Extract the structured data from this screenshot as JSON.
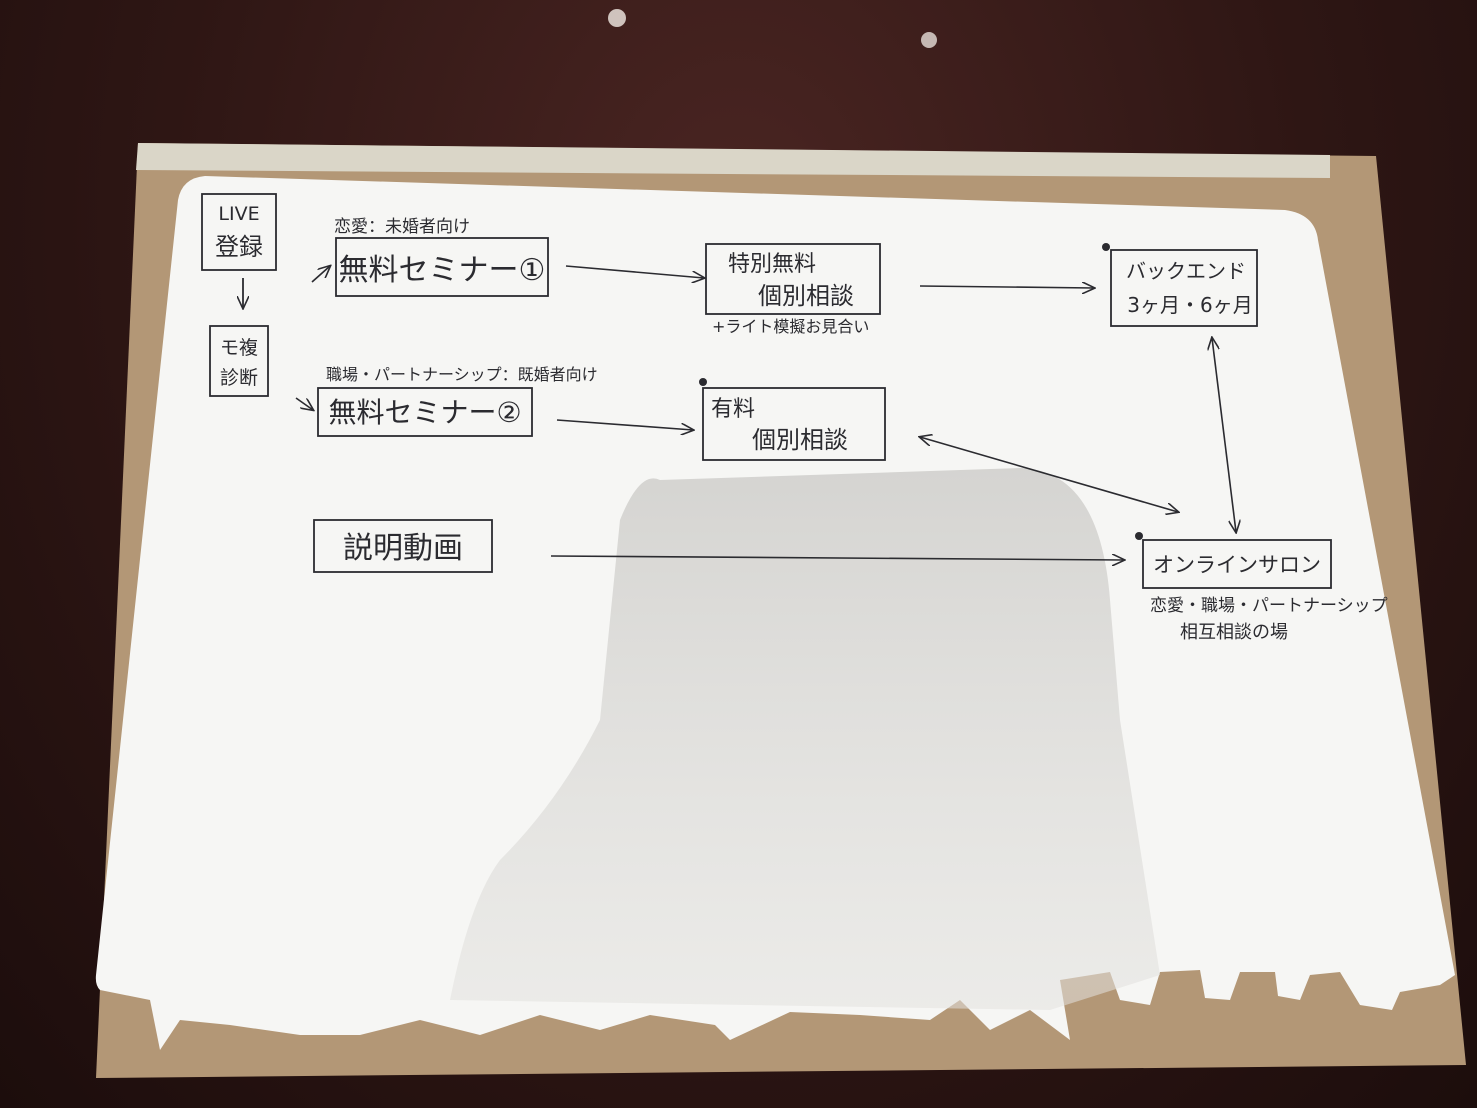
{
  "colors": {
    "table": "#2e1614",
    "board": "#b39776",
    "paper": "#f6f6f4",
    "ink": "#2b2b30",
    "shadow": "#d9d8d6"
  },
  "left_column": {
    "top_box": {
      "line1": "LIVE",
      "line2": "登録"
    },
    "bottom_box": {
      "line1": "モ複",
      "line2": "診断"
    }
  },
  "seminar1": {
    "caption": "恋愛：未婚者向け",
    "label": "無料セミナー①"
  },
  "seminar2": {
    "caption": "職場・パートナーシップ：既婚者向け",
    "label": "無料セミナー②"
  },
  "video": {
    "label": "説明動画"
  },
  "special_consult": {
    "line1": "特別無料",
    "line2": "個別相談",
    "caption": "+ライト模擬お見合い"
  },
  "paid_consult": {
    "line1": "有料",
    "line2": "個別相談"
  },
  "backend": {
    "line1": "バックエンド",
    "line2": "3ヶ月・6ヶ月"
  },
  "salon": {
    "label": "オンラインサロン",
    "caption1": "恋愛・職場・パートナーシップ",
    "caption2": "相互相談の場"
  }
}
